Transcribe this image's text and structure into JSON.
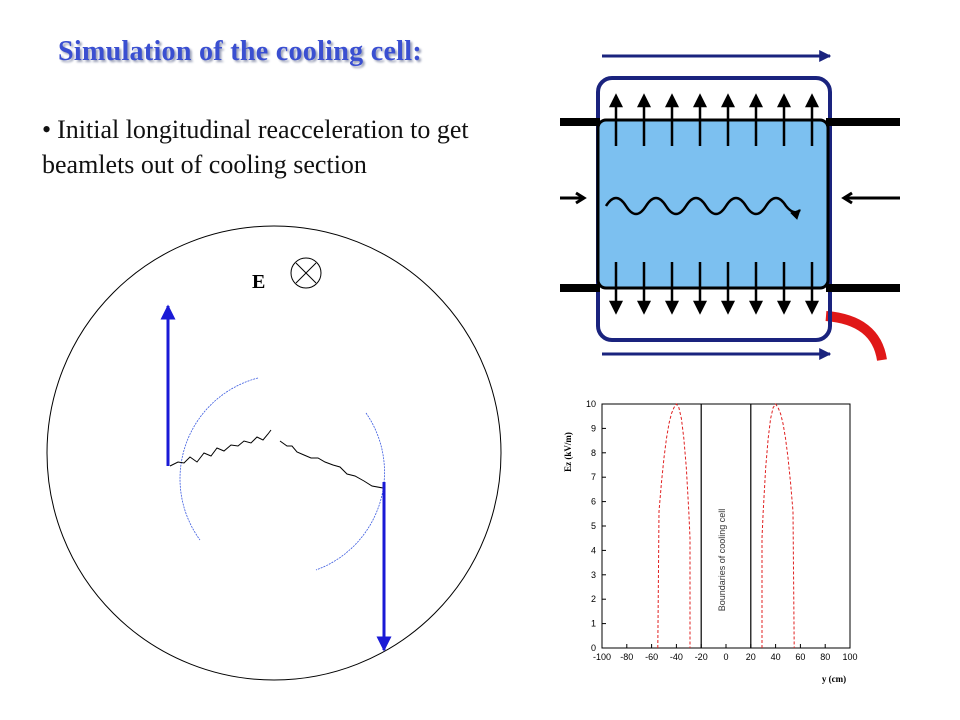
{
  "slide": {
    "title": "Simulation of the cooling cell:",
    "bullet": "Initial longitudinal reacceleration to get beamlets out of cooling section"
  },
  "simulation": {
    "field_label": "E",
    "field_symbol": "into-page-icon"
  },
  "colors": {
    "title": "#3a4fd1",
    "arrow": "#1a1ad6",
    "cell_fill": "#7cc0f0",
    "cell_border": "#1a237e",
    "coil": "#e01818",
    "field_curve": "#e02020"
  },
  "chart_data": {
    "type": "line",
    "xlabel": "y (cm)",
    "ylabel": "Ez (kV/m)",
    "xlim": [
      -100,
      100
    ],
    "ylim": [
      0,
      10
    ],
    "xticks": [
      -100,
      -80,
      -60,
      -40,
      -20,
      0,
      20,
      40,
      60,
      80,
      100
    ],
    "yticks": [
      0,
      1,
      2,
      3,
      4,
      5,
      6,
      7,
      8,
      9,
      10
    ],
    "series": [
      {
        "style": "dashed",
        "x": [
          -55,
          -54,
          -52,
          -50,
          -48,
          -46,
          -44,
          -42,
          -40,
          -38,
          -36,
          -34,
          -32,
          -30,
          -29,
          -29
        ],
        "y": [
          0,
          5.6,
          6.8,
          7.8,
          8.6,
          9.2,
          9.6,
          9.85,
          10,
          9.85,
          9.4,
          8.6,
          7.4,
          5.6,
          4.5,
          0
        ]
      },
      {
        "style": "dashed",
        "x": [
          29,
          29,
          30,
          32,
          34,
          36,
          38,
          40,
          42,
          44,
          46,
          48,
          50,
          52,
          54,
          55
        ],
        "y": [
          0,
          4.5,
          5.6,
          7.4,
          8.6,
          9.4,
          9.85,
          10,
          9.85,
          9.6,
          9.2,
          8.6,
          7.8,
          6.8,
          5.6,
          0
        ]
      }
    ],
    "vlines": [
      -20,
      20
    ],
    "annotations": [
      "Boundaries of cooling cell"
    ]
  }
}
